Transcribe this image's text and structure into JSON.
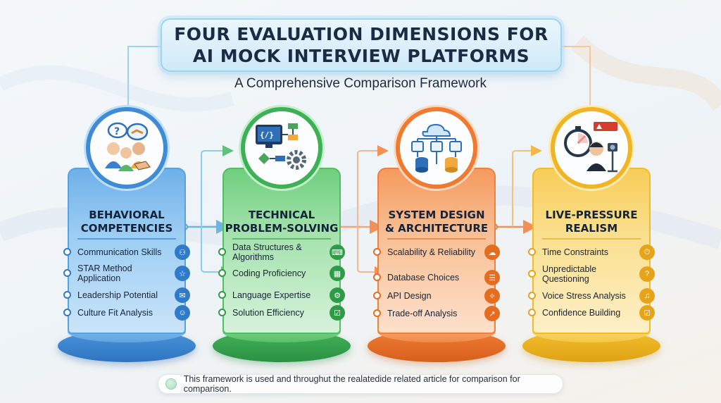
{
  "title": {
    "line1": "FOUR EVALUATION DIMENSIONS FOR",
    "line2": "AI MOCK INTERVIEW PLATFORMS"
  },
  "subtitle": "A Comprehensive Comparison Framework",
  "colors": {
    "behavioral": "#3f8bd6",
    "technical": "#3eb056",
    "system_design": "#ef7a32",
    "live_pressure": "#f0b424"
  },
  "dimensions": [
    {
      "heading_line1": "BEHAVIORAL",
      "heading_line2": "COMPETENCIES",
      "illustration": "people-conversation-handshake-icon",
      "items": [
        {
          "label": "Communication Skills",
          "icon": "people-group-icon"
        },
        {
          "label": "STAR Method Application",
          "icon": "star-icon"
        },
        {
          "label": "Leadership Potential",
          "icon": "speech-bubble-icon"
        },
        {
          "label": "Culture Fit Analysis",
          "icon": "team-icon"
        }
      ]
    },
    {
      "heading_line1": "TECHNICAL",
      "heading_line2": "PROBLEM-SOLVING",
      "illustration": "code-monitor-flowchart-gear-icon",
      "items": [
        {
          "label": "Data Structures & Algorithms",
          "icon": "code-window-icon"
        },
        {
          "label": "Coding Proficiency",
          "icon": "flowchart-icon"
        },
        {
          "label": "Language Expertise",
          "icon": "gear-icon"
        },
        {
          "label": "Solution Efficiency",
          "icon": "checklist-icon"
        }
      ]
    },
    {
      "heading_line1": "SYSTEM DESIGN",
      "heading_line2": "& ARCHITECTURE",
      "illustration": "cloud-server-database-icon",
      "items": [
        {
          "label": "Scalability & Reliability",
          "icon": "cloud-network-icon"
        },
        {
          "label": "Database Choices",
          "icon": "database-icon"
        },
        {
          "label": "API Design",
          "icon": "nodes-icon"
        },
        {
          "label": "Trade-off Analysis",
          "icon": "chart-up-icon"
        }
      ]
    },
    {
      "heading_line1": "LIVE-PRESSURE",
      "heading_line2": "REALISM",
      "illustration": "stopwatch-interviewer-camera-icon",
      "items": [
        {
          "label": "Time Constraints",
          "icon": "stopwatch-icon"
        },
        {
          "label": "Unpredictable Questioning",
          "icon": "person-question-icon"
        },
        {
          "label": "Voice Stress Analysis",
          "icon": "microphone-person-icon"
        },
        {
          "label": "Confidence Building",
          "icon": "checklist-icon"
        }
      ]
    }
  ],
  "footer": "This framework is used and throughut the realatedide related article for comparison for comparison."
}
